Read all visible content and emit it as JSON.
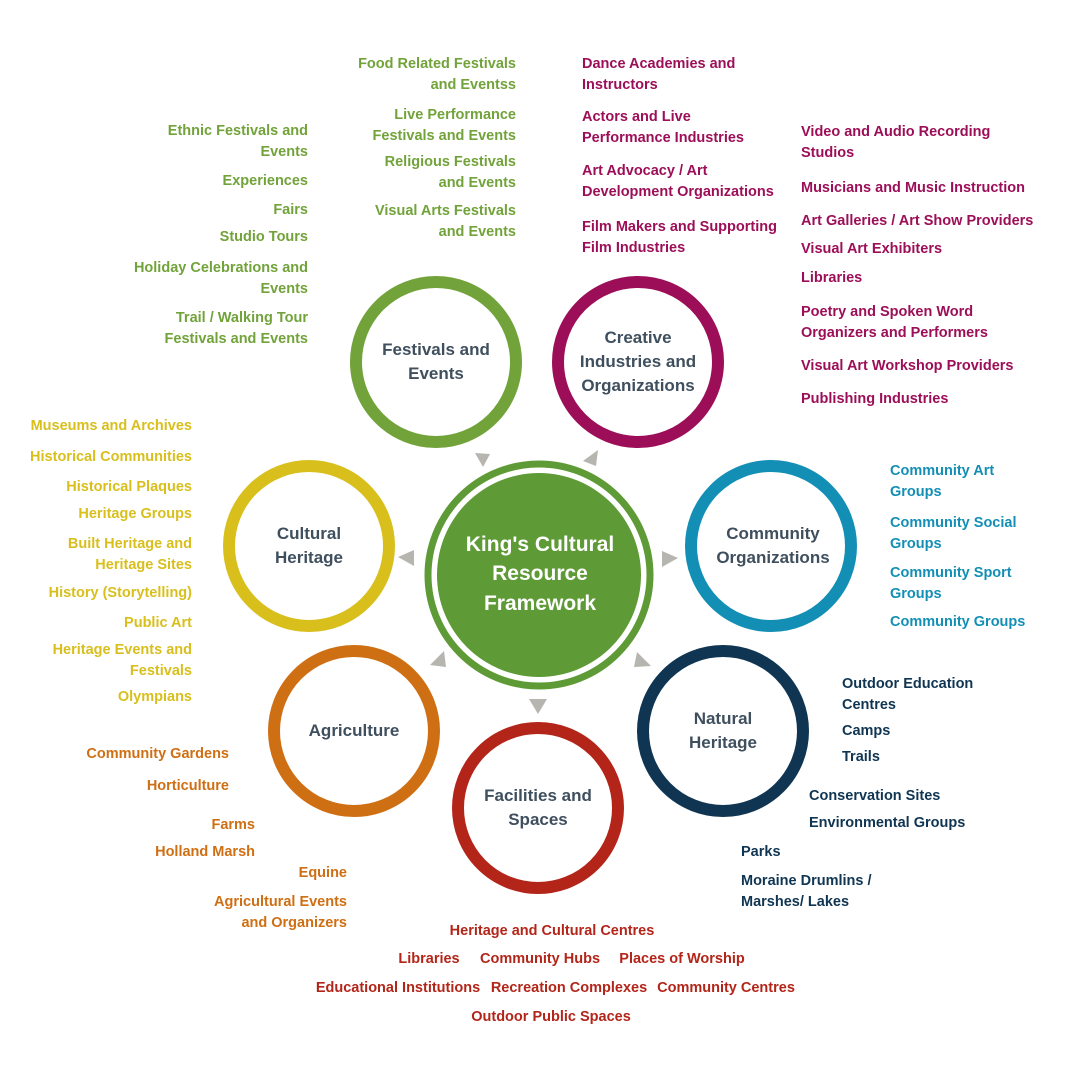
{
  "center": {
    "title": "King's Cultural Resource Framework",
    "color": "#5e9a35"
  },
  "categories": {
    "festivals": {
      "title": "Festivals and Events",
      "color": "#72a33a",
      "items": [
        "Food Related Festivals and Eventss",
        "Live Performance Festivals and Events",
        "Religious Festivals and Events",
        "Visual Arts Festivals and Events",
        "Ethnic Festivals and Events",
        "Experiences",
        "Fairs",
        "Studio Tours",
        "Holiday Celebrations and Events",
        "Trail / Walking Tour Festivals and Events"
      ]
    },
    "creative": {
      "title": "Creative Industries and Organizations",
      "color": "#9c0f58",
      "items": [
        "Dance Academies and Instructors",
        "Actors and Live Performance Industries",
        "Art Advocacy / Art Development Organizations",
        "Film Makers and Supporting Film Industries",
        "Video and Audio Recording Studios",
        "Musicians and Music Instruction",
        "Art Galleries / Art Show Providers",
        "Visual Art Exhibiters",
        "Libraries",
        "Poetry and Spoken Word Organizers and Performers",
        "Visual Art Workshop Providers",
        "Publishing Industries"
      ]
    },
    "cultural_heritage": {
      "title": "Cultural Heritage",
      "color": "#d8bf1c",
      "items": [
        "Museums and Archives",
        "Historical Communities",
        "Historical Plaques",
        "Heritage Groups",
        "Built Heritage and Heritage Sites",
        "History (Storytelling)",
        "Public Art",
        "Heritage Events and Festivals",
        "Olympians"
      ]
    },
    "community": {
      "title": "Community Organizations",
      "color": "#138fb5",
      "items": [
        "Community Art Groups",
        "Community Social Groups",
        "Community Sport Groups",
        "Community Groups"
      ]
    },
    "agriculture": {
      "title": "Agriculture",
      "color": "#cf6f14",
      "items": [
        "Community Gardens",
        "Horticulture",
        "Farms",
        "Holland Marsh",
        "Equine",
        "Agricultural Events and Organizers"
      ]
    },
    "natural": {
      "title": "Natural Heritage",
      "color": "#0f3552",
      "items": [
        "Outdoor Education Centres",
        "Camps",
        "Trails",
        "Conservation Sites",
        "Environmental Groups",
        "Parks",
        "Moraine Drumlins / Marshes/ Lakes"
      ]
    },
    "facilities": {
      "title": "Facilities and Spaces",
      "color": "#b32519",
      "items": [
        "Heritage and Cultural Centres",
        "Libraries",
        "Community Hubs",
        "Places of Worship",
        "Educational Institutions",
        "Recreation Complexes",
        "Community Centres",
        "Outdoor Public Spaces"
      ]
    }
  }
}
